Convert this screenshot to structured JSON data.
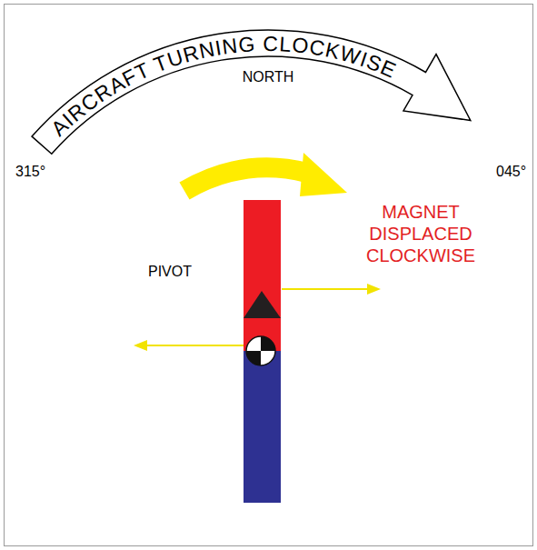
{
  "diagram": {
    "nodes": [
      {
        "text": [
          "AIRCRAFT TURNING CLOCKWISE"
        ]
      }
    ],
    "labels": [
      "NORTH",
      "315°",
      "045°",
      "MAGNET DISPLACED CLOCKWISE",
      "PIVOT"
    ]
  }
}
